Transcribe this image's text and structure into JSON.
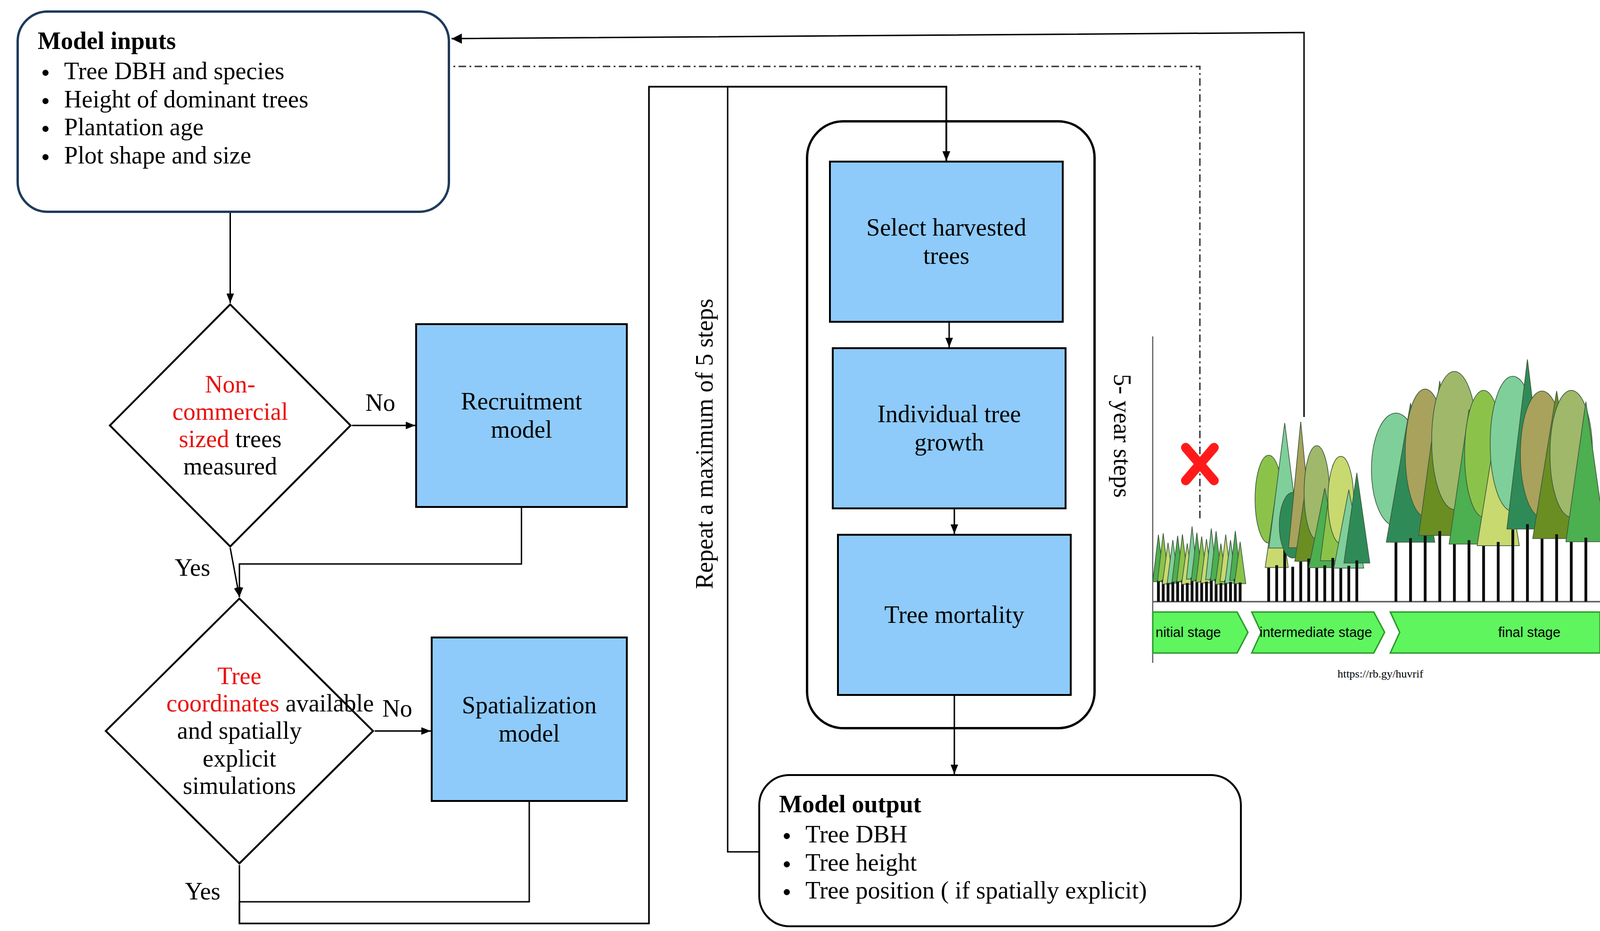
{
  "diagram": {
    "nodes": [
      {
        "text": [
          "Model inputs",
          "Tree DBH and species",
          "Height of dominant trees",
          "Plantation age",
          "Plot shape and size"
        ]
      },
      {
        "text": [
          "Non-commercial sized",
          "trees measured"
        ]
      },
      {
        "text": [
          "Recruitment model"
        ]
      },
      {
        "text": [
          "Tree coordinates",
          "available and spatially explicit simulations"
        ]
      },
      {
        "text": [
          "Spatialization model"
        ]
      },
      {
        "text": [
          "5- year steps"
        ]
      },
      {
        "text": [
          "Select harvested trees"
        ],
        "in": 5
      },
      {
        "text": [
          "Individual tree growth"
        ],
        "in": 5
      },
      {
        "text": [
          "Tree mortality"
        ],
        "in": 5
      },
      {
        "text": [
          "Model output",
          "Tree DBH",
          "Tree height",
          "Tree position ( if spatially explicit)"
        ]
      }
    ],
    "edges": [
      {
        "from": 0,
        "to": 1,
        "arrow": "to"
      },
      {
        "from": 1,
        "to": 2,
        "label": "No",
        "arrow": "to"
      },
      {
        "from": 1,
        "to": 3,
        "label": "Yes",
        "arrow": "to"
      },
      {
        "from": 2,
        "to": 3,
        "arrow": "to"
      },
      {
        "from": 3,
        "to": 4,
        "label": "No",
        "arrow": "to"
      },
      {
        "from": 3,
        "to": 6,
        "label": "Yes",
        "arrow": "to"
      },
      {
        "from": 4,
        "to": 6,
        "arrow": "to"
      },
      {
        "from": 6,
        "to": 7,
        "arrow": "to"
      },
      {
        "from": 7,
        "to": 8,
        "arrow": "to"
      },
      {
        "from": 8,
        "to": 9,
        "arrow": "to"
      },
      {
        "from": 9,
        "to": 6,
        "arrow": "to"
      }
    ],
    "labels": [
      "Repeat a maximum of 5 steps",
      "nitial stage",
      "intermediate stage",
      "final stage",
      "https://rb.gy/huvrif"
    ]
  }
}
